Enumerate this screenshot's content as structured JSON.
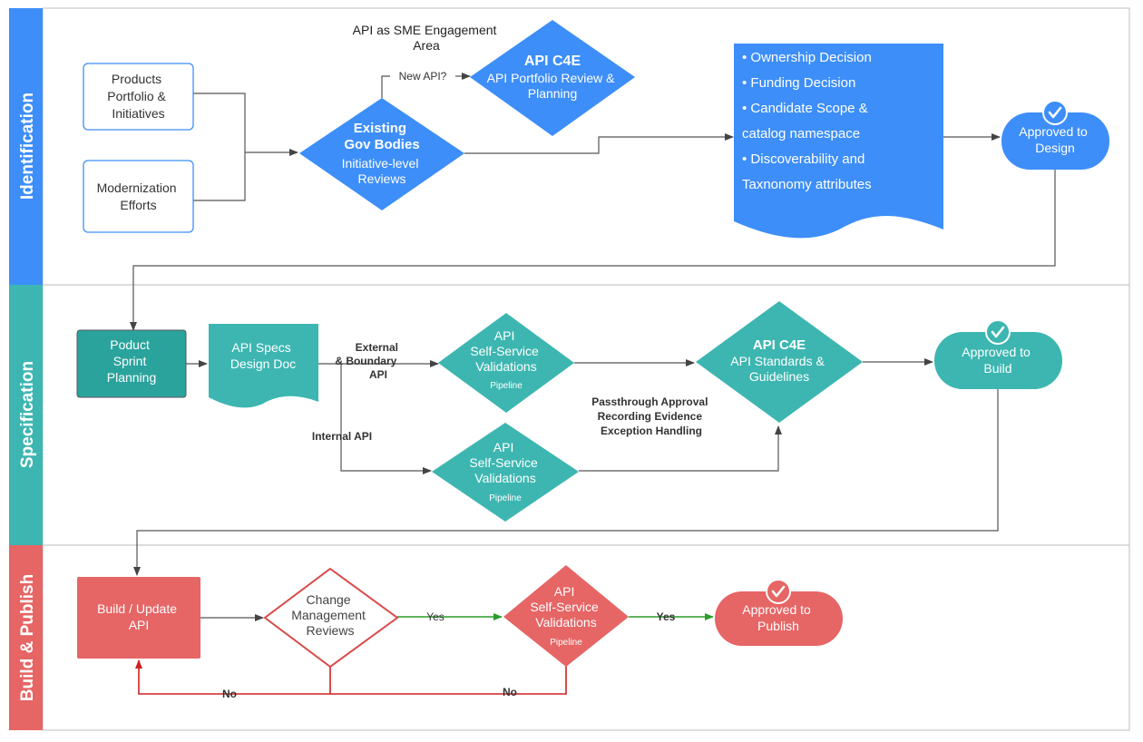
{
  "colors": {
    "blue": "#3d8ef8",
    "teal": "#3db6b1",
    "teal_dark": "#2aa39d",
    "red": "#e66565",
    "green": "#2a9d2a",
    "line": "#555555",
    "border": "#c8c8c8"
  },
  "lanes": {
    "identification": "Identification",
    "specification": "Specification",
    "build": "Build & Publish"
  },
  "identification": {
    "products": [
      "Products",
      "Portfolio &",
      "Initiatives"
    ],
    "modernization": [
      "Modernization",
      "Efforts"
    ],
    "sme_area": [
      "API as SME Engagement",
      "Area"
    ],
    "new_api": "New API?",
    "c4e_title": "API C4E",
    "c4e_sub": [
      "API Portfolio Review &",
      "Planning"
    ],
    "gov_title": [
      "Existing",
      "Gov Bodies"
    ],
    "gov_sub": [
      "Initiative-level",
      "Reviews"
    ],
    "decisions": [
      "• Ownership Decision",
      "• Funding Decision",
      "• Candidate Scope &",
      "   catalog namespace",
      "• Discoverability and",
      "   Taxnonomy attributes"
    ],
    "approved": [
      "Approved to",
      "Design"
    ],
    "approved_icon": "check-icon"
  },
  "specification": {
    "sprint": [
      "Poduct",
      "Sprint",
      "Planning"
    ],
    "specs": [
      "API Specs",
      "Design Doc"
    ],
    "external": [
      "External",
      "& Boundary",
      "API"
    ],
    "internal": "Internal API",
    "ssv_top": [
      "API",
      "Self-Service",
      "Validations"
    ],
    "ssv_bottom": [
      "API",
      "Self-Service",
      "Validations"
    ],
    "pipeline": "Pipeline",
    "passthrough": [
      "Passthrough Approval",
      "Recording Evidence",
      "Exception Handling"
    ],
    "c4e_title": "API C4E",
    "c4e_sub": [
      "API Standards &",
      "Guidelines"
    ],
    "approved": [
      "Approved to",
      "Build"
    ],
    "approved_icon": "check-icon"
  },
  "build": {
    "build_update": [
      "Build / Update",
      "API"
    ],
    "change": [
      "Change",
      "Management",
      "Reviews"
    ],
    "yes1": "Yes",
    "ssv": [
      "API",
      "Self-Service",
      "Validations"
    ],
    "pipeline": "Pipeline",
    "yes2": "Yes",
    "no1": "No",
    "no2": "No",
    "approved": [
      "Approved to",
      "Publish"
    ],
    "approved_icon": "check-icon"
  }
}
